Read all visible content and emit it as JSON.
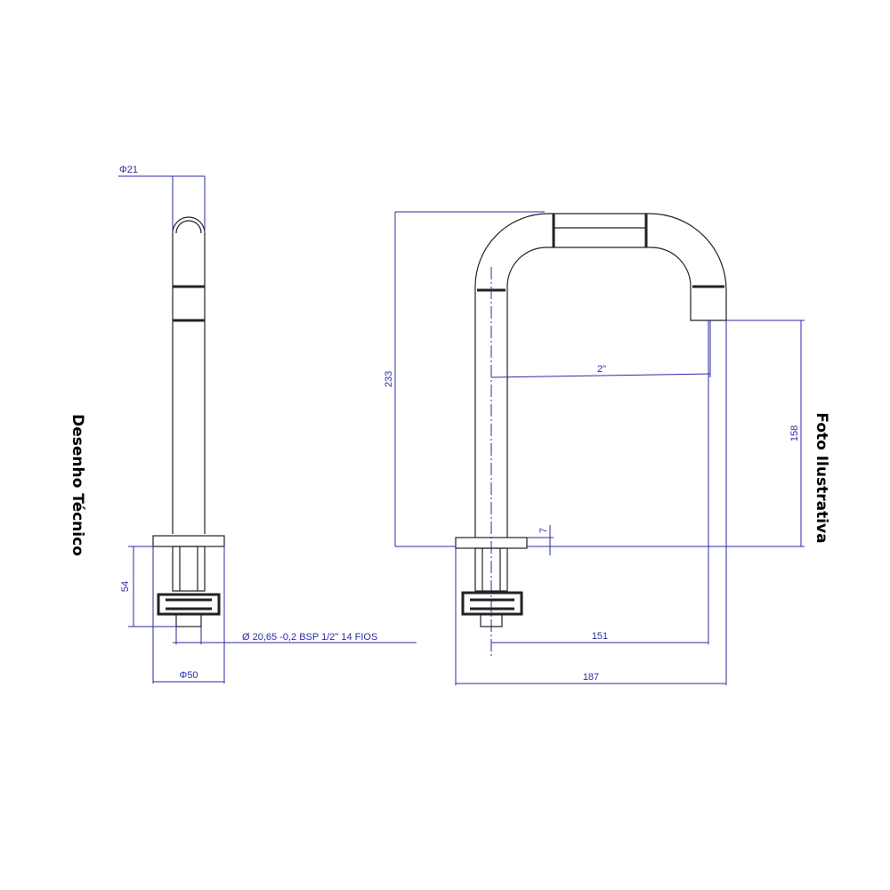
{
  "labels": {
    "left_title": "Desenho Técnico",
    "right_title": "Foto Ilustrativa"
  },
  "dimensions": {
    "pipe_diameter": "Φ21",
    "base_height": "54",
    "thread": "Ø 20,65 -0,2 BSP 1/2\"  14 FIOS",
    "base_diameter": "Φ50",
    "total_height": "233",
    "pipe_size": "2\"",
    "spout_height": "158",
    "offset": "7",
    "reach": "151",
    "total_width": "187"
  },
  "colors": {
    "dimension": "#2a2aa6",
    "outline": "#222222"
  }
}
